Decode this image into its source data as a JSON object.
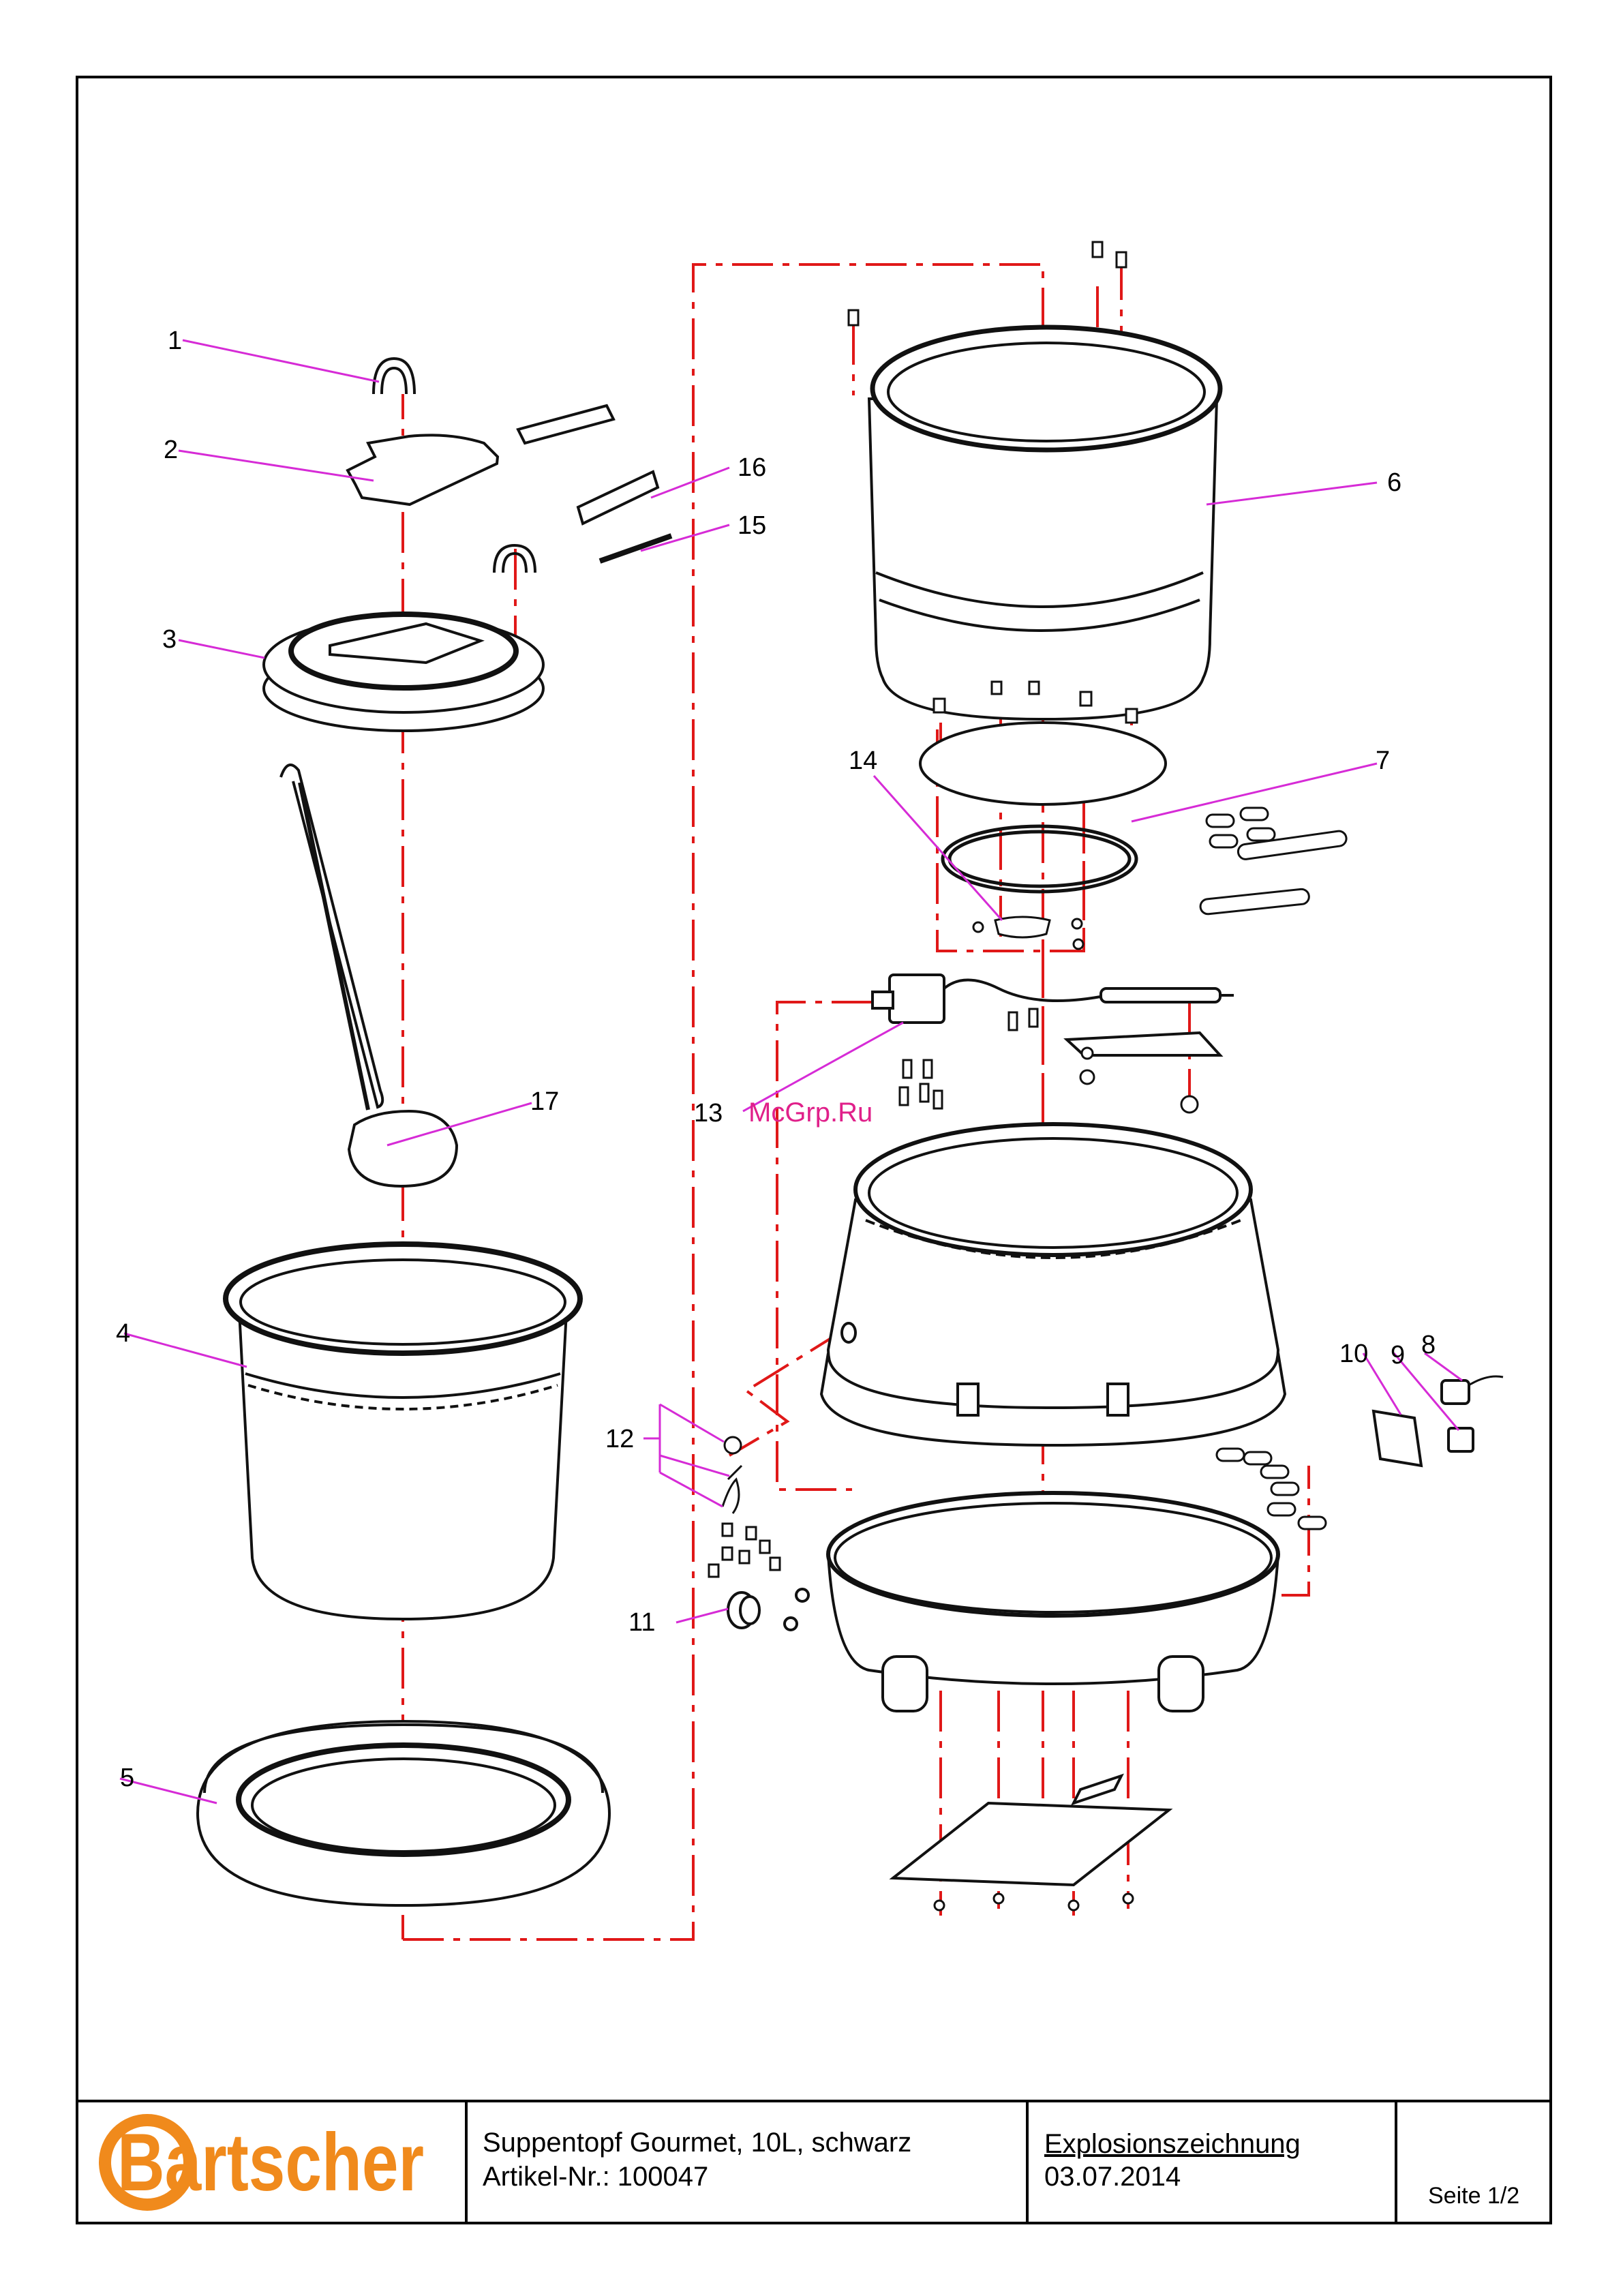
{
  "brand": {
    "logo_text": "Bartscher",
    "logo_color": "#f08a1c"
  },
  "watermark": "McGrp.Ru",
  "title_block": {
    "product_name": "Suppentopf Gourmet, 10L, schwarz",
    "article_number": "Artikel-Nr.: 100047",
    "drawing_type": "Explosionszeichnung",
    "date": "03.07.2014",
    "page": "Seite 1/2"
  },
  "callouts": [
    {
      "id": "1",
      "label": "1"
    },
    {
      "id": "2",
      "label": "2"
    },
    {
      "id": "3",
      "label": "3"
    },
    {
      "id": "4",
      "label": "4"
    },
    {
      "id": "5",
      "label": "5"
    },
    {
      "id": "6",
      "label": "6"
    },
    {
      "id": "7",
      "label": "7"
    },
    {
      "id": "8",
      "label": "8"
    },
    {
      "id": "9",
      "label": "9"
    },
    {
      "id": "10",
      "label": "10"
    },
    {
      "id": "11",
      "label": "11"
    },
    {
      "id": "12",
      "label": "12"
    },
    {
      "id": "13",
      "label": "13"
    },
    {
      "id": "14",
      "label": "14"
    },
    {
      "id": "15",
      "label": "15"
    },
    {
      "id": "16",
      "label": "16"
    },
    {
      "id": "17",
      "label": "17"
    }
  ],
  "colors": {
    "leader": "#d62bd6",
    "assembly_line": "#e01818",
    "outline": "#111111"
  }
}
